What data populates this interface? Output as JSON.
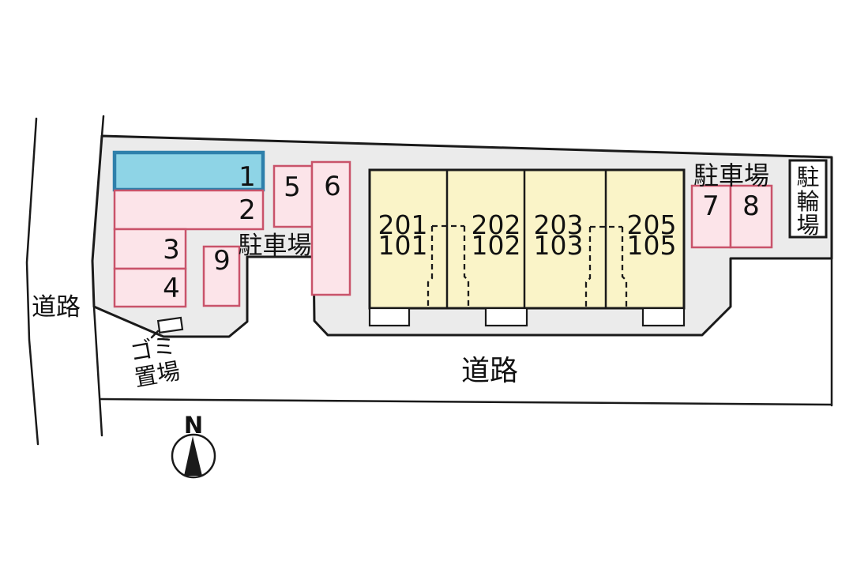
{
  "colors": {
    "background": "#ffffff",
    "site_fill": "#ebebeb",
    "outline": "#1a1a1a",
    "building_fill": "#faf4c8",
    "pink_fill": "#fce4e9",
    "pink_stroke": "#c9536a",
    "blue_fill": "#8ed4e6",
    "blue_stroke": "#2e80ab",
    "porch_fill": "#ffffff",
    "box_fill": "#ffffff"
  },
  "roads": {
    "left_label": "道路",
    "bottom_label": "道路"
  },
  "parking": {
    "mid_label": "駐車場",
    "right_label": "駐車場",
    "spaces": [
      {
        "id": "1",
        "highlight": "blue"
      },
      {
        "id": "2",
        "highlight": "pink"
      },
      {
        "id": "3",
        "highlight": "pink"
      },
      {
        "id": "4",
        "highlight": "pink"
      },
      {
        "id": "5",
        "highlight": "pink"
      },
      {
        "id": "6",
        "highlight": "pink"
      },
      {
        "id": "7",
        "highlight": "pink"
      },
      {
        "id": "8",
        "highlight": "pink"
      },
      {
        "id": "9",
        "highlight": "pink"
      }
    ]
  },
  "bicycle": {
    "label": "駐輪場",
    "chars": [
      "駐",
      "輪",
      "場"
    ]
  },
  "garbage": {
    "label": "ゴミ置場",
    "line1": "ゴミ",
    "line2": "置場"
  },
  "compass": {
    "north_label": "N"
  },
  "building": {
    "units": [
      {
        "upper": "201",
        "lower": "101"
      },
      {
        "upper": "202",
        "lower": "102"
      },
      {
        "upper": "203",
        "lower": "103"
      },
      {
        "upper": "205",
        "lower": "105"
      }
    ]
  }
}
